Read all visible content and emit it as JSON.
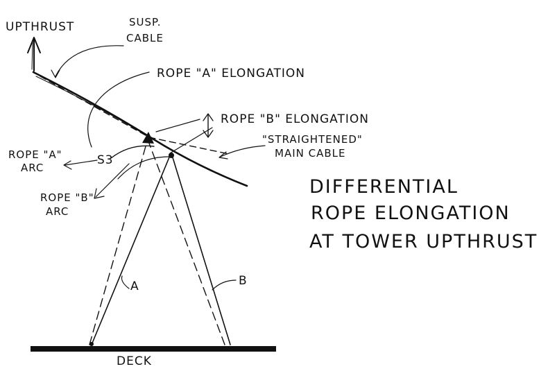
{
  "labels": {
    "upthrust": "UPTHRUST",
    "susp_cable_line1": "SUSP.",
    "susp_cable_line2": "CABLE",
    "rope_a_elongation": "ROPE \"A\" ELONGATION",
    "rope_b_elongation": "ROPE \"B\" ELONGATION",
    "straightened_line1": "\"STRAIGHTENED\"",
    "straightened_line2": "MAIN CABLE",
    "rope_a_arc_line1": "ROPE \"A\"",
    "rope_a_arc_line2": "ARC",
    "rope_b_arc_line1": "ROPE \"B\"",
    "rope_b_arc_line2": "ARC",
    "rope_a": "A",
    "rope_b": "B",
    "deck": "DECK"
  },
  "title": {
    "line1": "DIFFERENTIAL",
    "line2": "ROPE ELONGATION",
    "line3": "AT TOWER UPTHRUST"
  },
  "colors": {
    "ink": "#111111",
    "paper": "#ffffff"
  }
}
